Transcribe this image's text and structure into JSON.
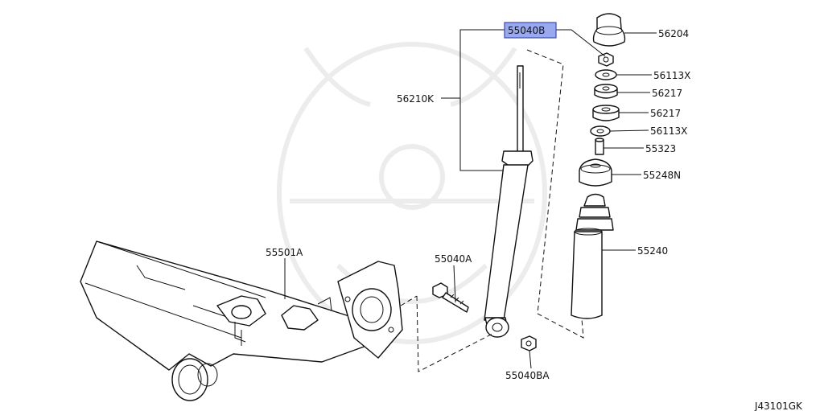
{
  "diagram": {
    "highlighted_part": "55040B",
    "highlight_color": "#9aa8ee",
    "drawing_code": "J43101GK",
    "callouts": {
      "shock_absorber": "56210K",
      "upper_bolt": "55040B",
      "mount_insulator": "56204",
      "nut": "56113X",
      "bushing_upper": "56217",
      "bushing_lower": "56217",
      "washer": "56113X",
      "collar": "55323",
      "bound_bumper": "55248N",
      "dust_cover": "55240",
      "axle_beam": "55501A",
      "lower_bolt": "55040A",
      "lower_nut": "55040BA"
    }
  }
}
